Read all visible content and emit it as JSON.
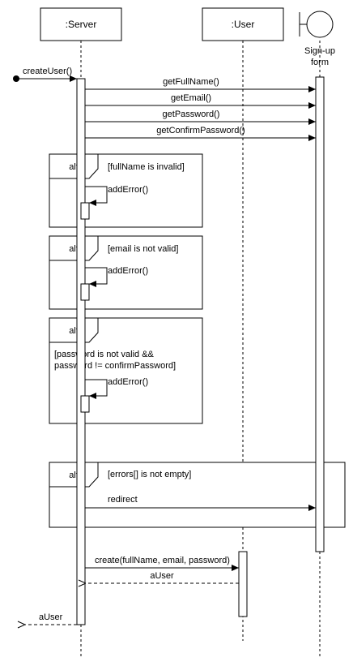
{
  "participants": {
    "server": ":Server",
    "user": ":User",
    "form_line1": "Sign-up",
    "form_line2": "form"
  },
  "messages": {
    "create_user": "createUser()",
    "get_full_name": "getFullName()",
    "get_email": "getEmail()",
    "get_password": "getPassword()",
    "get_confirm_password": "getConfirmPassword()",
    "redirect": "redirect",
    "create": "create(fullName, email, password)",
    "return_a_user_1": "aUser",
    "return_a_user_2": "aUser"
  },
  "fragments": {
    "alt1": {
      "op": "alt",
      "guard": "[fullName is invalid]",
      "msg": "addError()"
    },
    "alt2": {
      "op": "alt",
      "guard": "[email is not valid]",
      "msg": "addError()"
    },
    "alt3": {
      "op": "alt",
      "guard_line1": "[password is not valid &&",
      "guard_line2": "password != confirmPassword]",
      "msg": "addError()"
    },
    "alt4": {
      "op": "alt",
      "guard": "[errors[] is not empty]"
    }
  }
}
